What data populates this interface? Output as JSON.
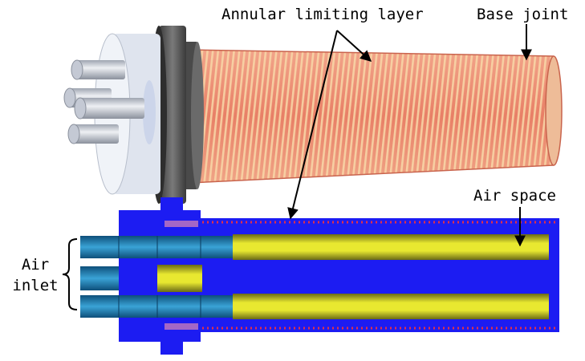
{
  "labels": {
    "annular_limiting_layer": "Annular limiting layer",
    "base_joint": "Base joint",
    "air_space": "Air space",
    "air_inlet_line1": "Air",
    "air_inlet_line2": "inlet"
  },
  "colors": {
    "coil": "#e9836a",
    "coil_stripe": "#f5d2a2",
    "coil_edge": "#c9644d",
    "flange_dark": "#5d5d5d",
    "cap_light": "#e6eaf2",
    "pipe": "#c4c9d4",
    "section_blue": "#1c1cf2",
    "section_yellow": "#e6e62c",
    "section_teal": "#1d7fb8",
    "red_dots": "#e0304a"
  }
}
